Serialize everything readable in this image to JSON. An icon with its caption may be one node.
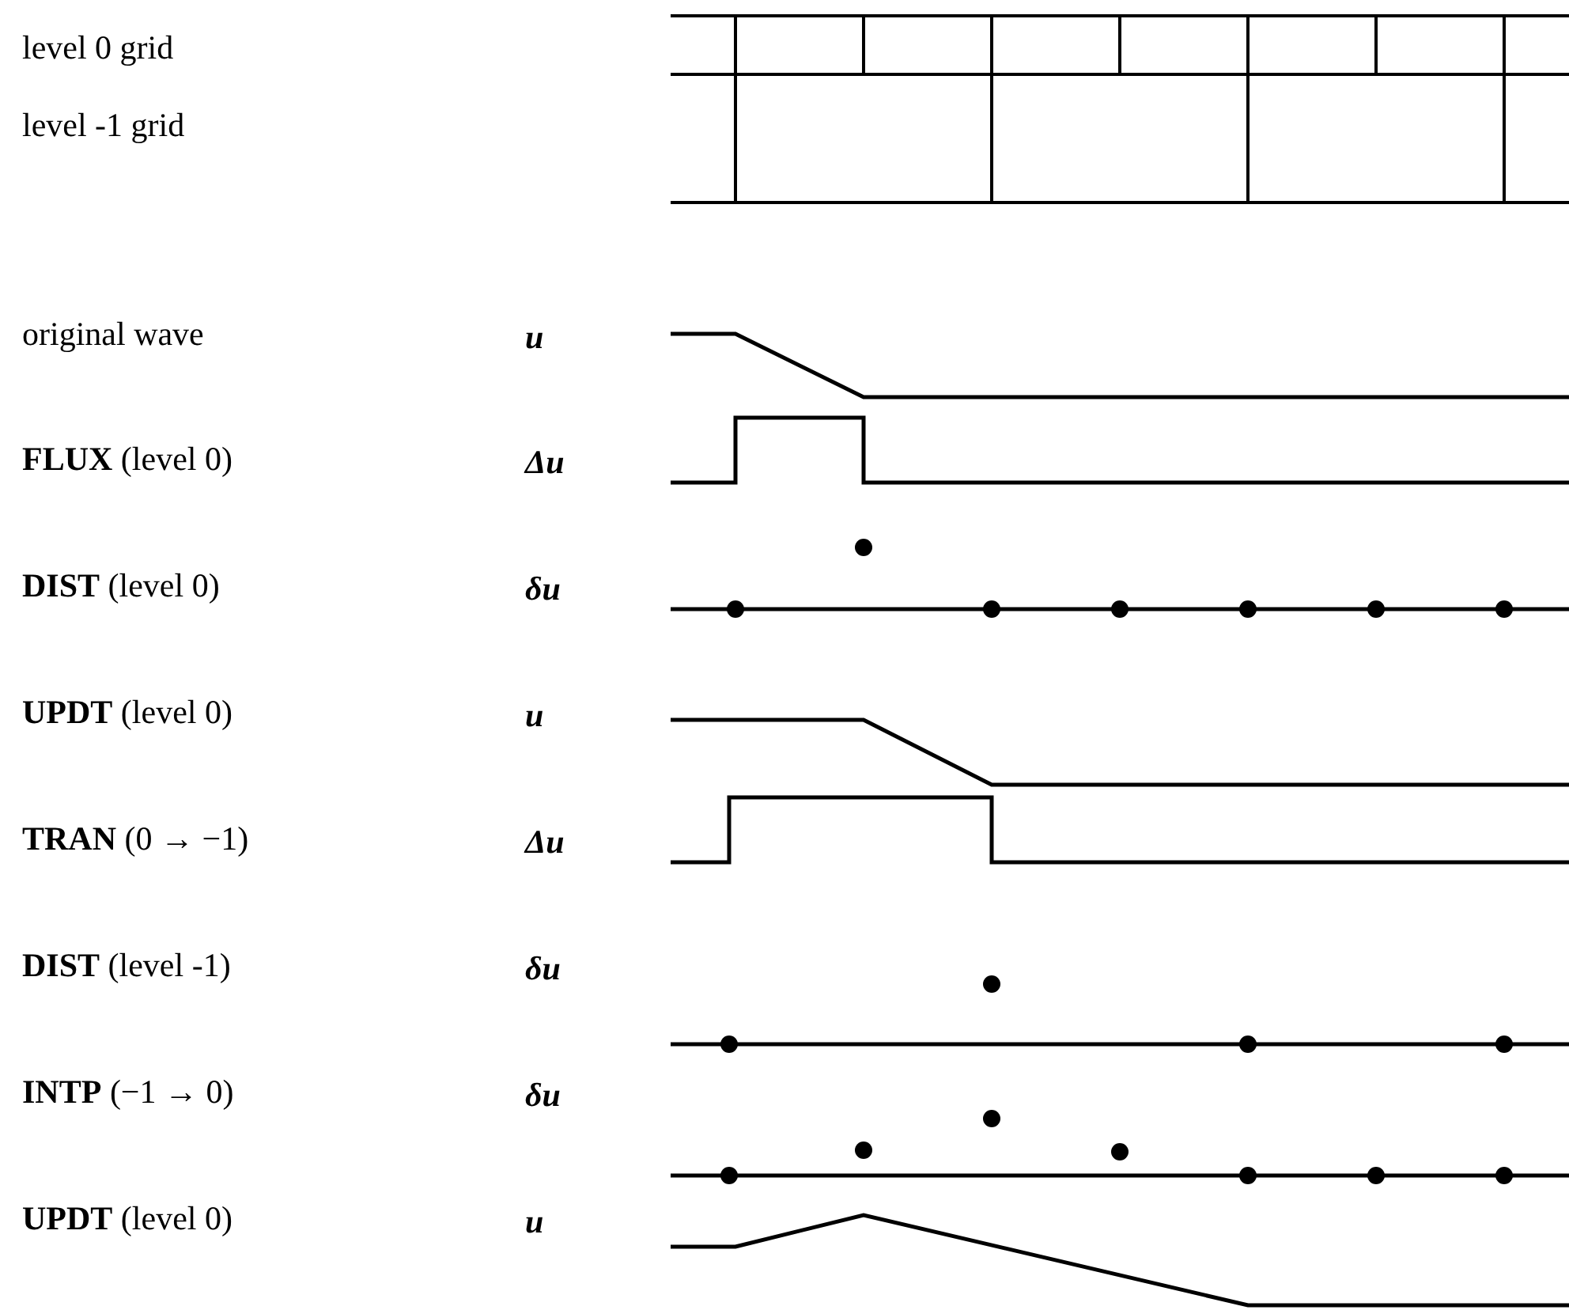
{
  "diagram": {
    "labels": [
      "level 0 grid",
      "level -1 grid",
      "original wave",
      "u",
      "**FLUX** (level 0)",
      "Δu",
      "**DIST** (level 0)",
      "δu",
      "**UPDT** (level 0)",
      "u",
      "**TRAN** (0 → −1)",
      "Δu",
      "**DIST** (level -1)",
      "δu",
      "**INTP** (−1 → 0)",
      "δu",
      "**UPDT** (level 0)",
      "u"
    ]
  }
}
